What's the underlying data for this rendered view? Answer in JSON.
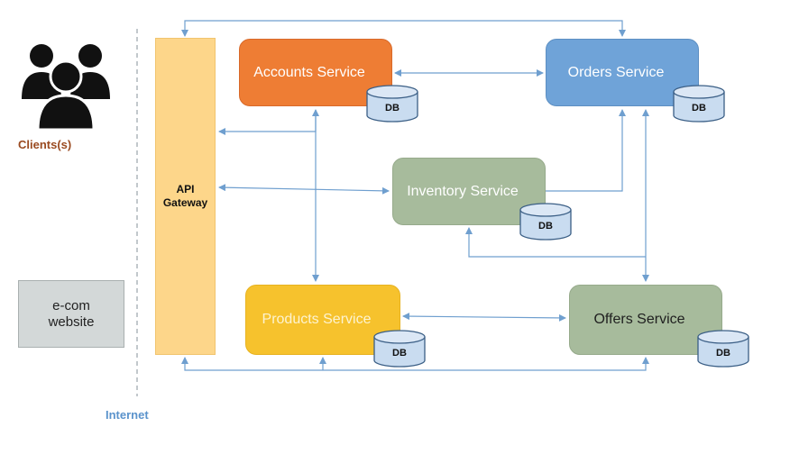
{
  "clients": {
    "label": "Clients(s)",
    "icon": "users-icon"
  },
  "internet_label": "Internet",
  "ecom": {
    "label": "e-com website"
  },
  "gateway": {
    "label": "API Gateway"
  },
  "services": {
    "accounts": {
      "label": "Accounts Service",
      "db": "DB",
      "color": "#ee7d34"
    },
    "orders": {
      "label": "Orders Service",
      "db": "DB",
      "color": "#6fa3d8"
    },
    "inventory": {
      "label": "Inventory Service",
      "db": "DB",
      "color": "#a7bb9c"
    },
    "products": {
      "label": "Products Service",
      "db": "DB",
      "color": "#f6c22d"
    },
    "offers": {
      "label": "Offers Service",
      "db": "DB",
      "color": "#a7bb9c"
    }
  },
  "colors": {
    "connector": "#6f9fcf",
    "db_fill": "#c9dcf0",
    "db_stroke": "#3b5f86",
    "boundary": "#9aa3ab"
  }
}
